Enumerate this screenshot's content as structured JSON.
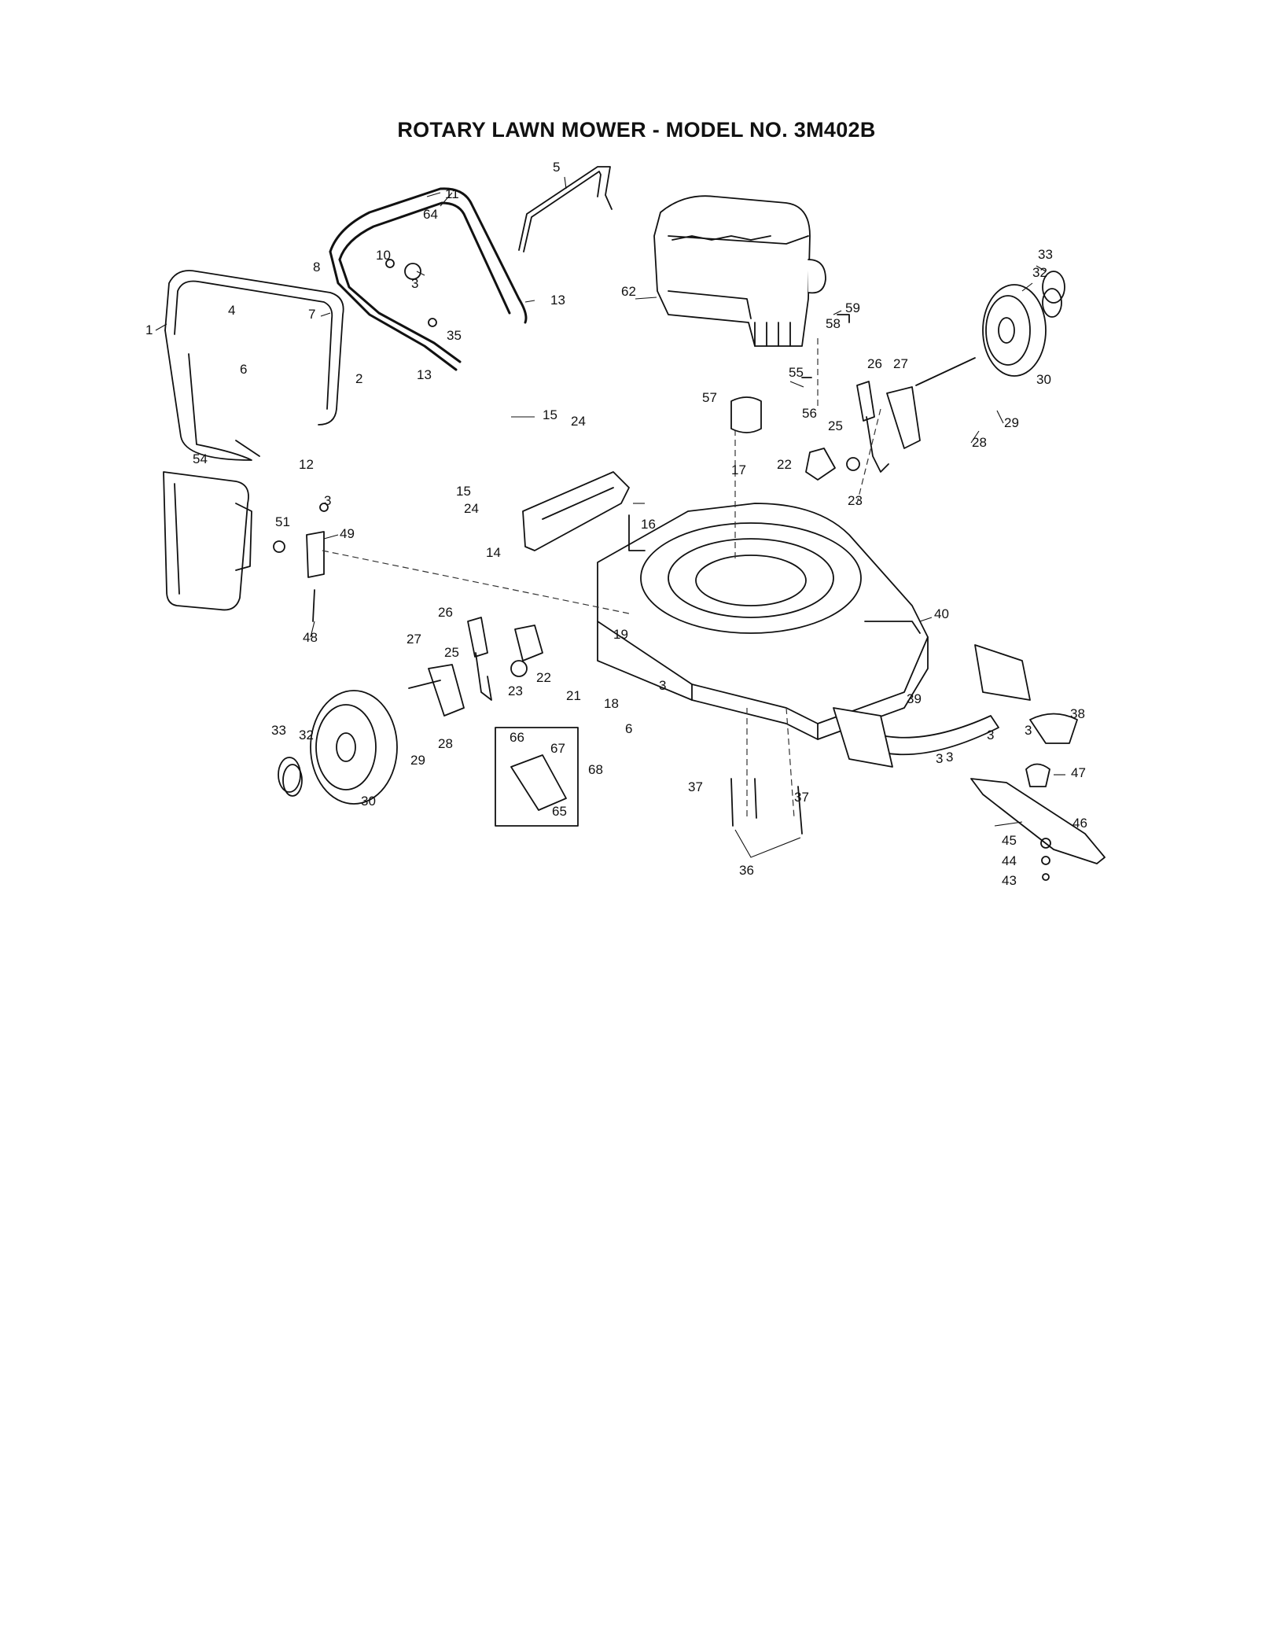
{
  "title": "ROTARY LAWN MOWER - MODEL NO.  3M402B",
  "callouts": [
    "1",
    "2",
    "3",
    "3",
    "3",
    "3",
    "3",
    "3",
    "3",
    "4",
    "5",
    "6",
    "6",
    "7",
    "8",
    "10",
    "11",
    "12",
    "13",
    "13",
    "14",
    "15",
    "15",
    "16",
    "17",
    "18",
    "19",
    "21",
    "22",
    "22",
    "23",
    "23",
    "24",
    "24",
    "25",
    "25",
    "26",
    "26",
    "27",
    "27",
    "28",
    "28",
    "29",
    "29",
    "30",
    "30",
    "32",
    "32",
    "33",
    "33",
    "35",
    "36",
    "37",
    "37",
    "38",
    "39",
    "40",
    "43",
    "44",
    "45",
    "46",
    "47",
    "48",
    "49",
    "51",
    "54",
    "55",
    "56",
    "57",
    "58",
    "59",
    "62",
    "64",
    "65",
    "66",
    "67",
    "68"
  ]
}
